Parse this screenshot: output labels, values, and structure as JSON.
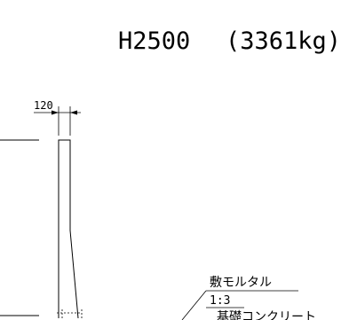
{
  "title": {
    "model": "H2500",
    "weight": "(3361kg)"
  },
  "dimension": {
    "width": "120"
  },
  "callouts": {
    "mortar": "敷モルタル",
    "ratio": "1:3",
    "concrete": "基礎コンクリート"
  }
}
